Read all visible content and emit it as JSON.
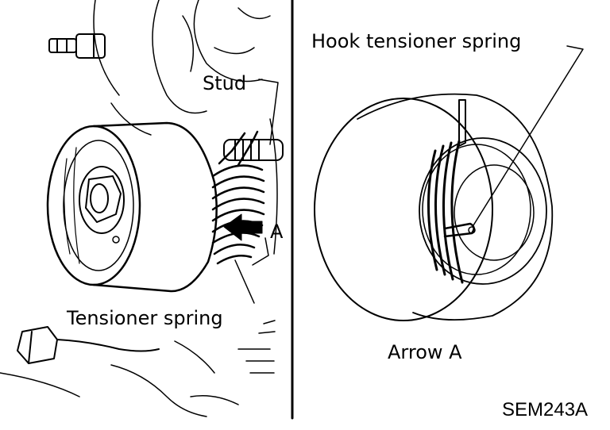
{
  "left_view": {
    "stud_label": "Stud",
    "arrow_label": "A",
    "tensioner_spring_label": "Tensioner spring"
  },
  "right_view": {
    "hook_label": "Hook tensioner spring",
    "view_title": "Arrow A"
  },
  "figure_code": "SEM243A"
}
